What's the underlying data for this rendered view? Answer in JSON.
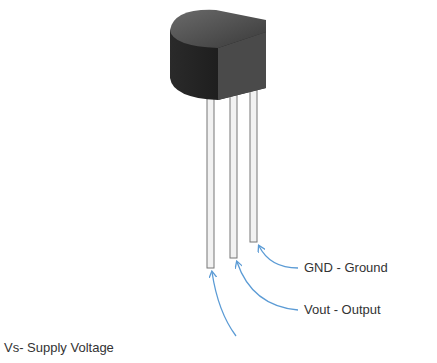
{
  "diagram": {
    "labels": [
      "Vs- Supply Voltage",
      "Vout - Output",
      "GND - Ground"
    ]
  }
}
